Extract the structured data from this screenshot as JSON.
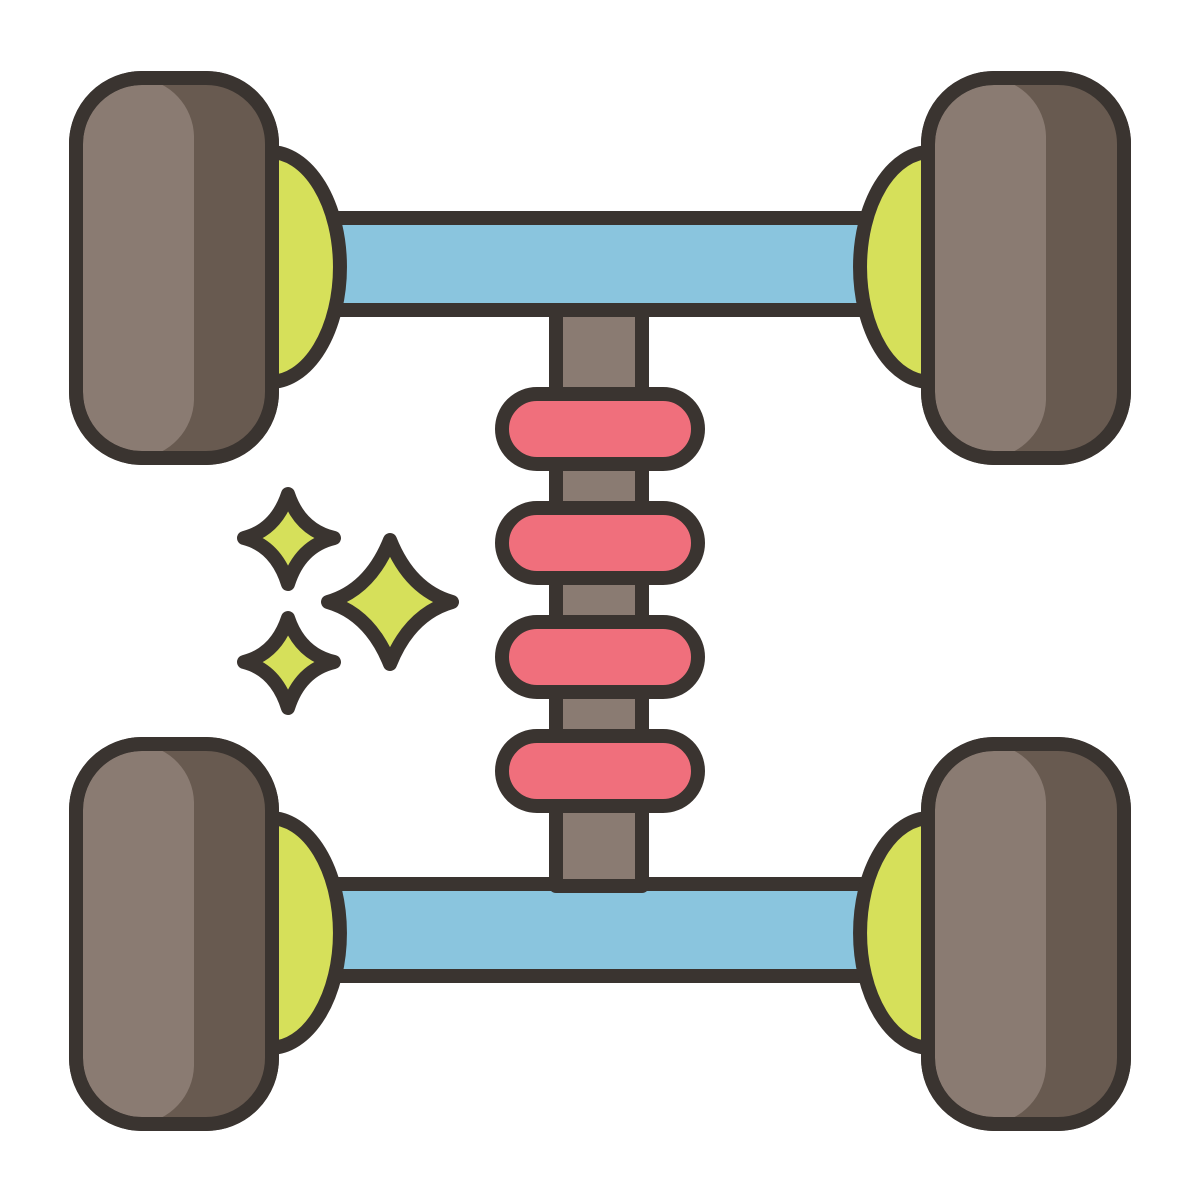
{
  "icon": {
    "name": "car-suspension-icon",
    "parts": {
      "wheels": [
        "front-left",
        "front-right",
        "rear-left",
        "rear-right"
      ],
      "hubs": [
        "front-left",
        "front-right",
        "rear-left",
        "rear-right"
      ],
      "axles": [
        "front",
        "rear"
      ],
      "spring_coils": 4,
      "sparkles": 3
    },
    "colors": {
      "outline": "#3a3430",
      "tire_light": "#8a7b72",
      "tire_dark": "#685a50",
      "hub": "#d6e05a",
      "axle": "#8ac5de",
      "shaft": "#8a7b72",
      "spring": "#f06f7c",
      "sparkle": "#d6e05a",
      "background": "#ffffff"
    }
  }
}
